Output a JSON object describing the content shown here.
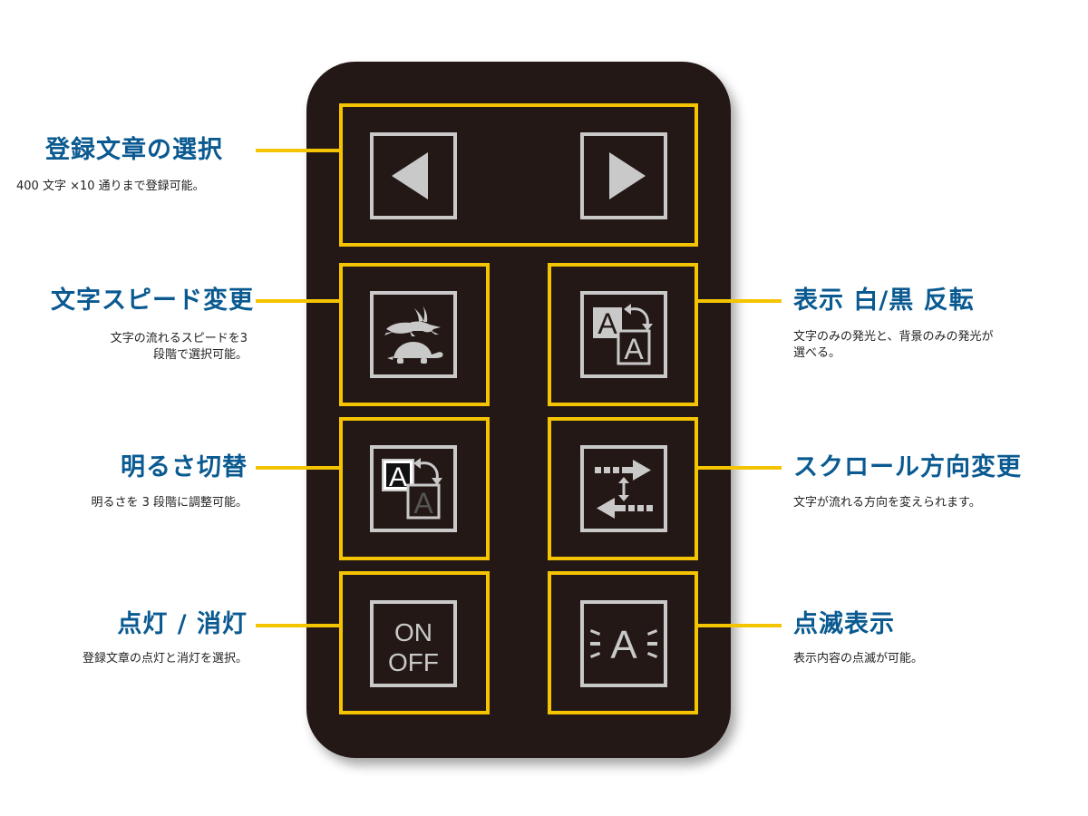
{
  "features": {
    "select": {
      "title": "登録文章の選択",
      "desc": "400 文字 ×10 通りまで登録可能。"
    },
    "speed": {
      "title": "文字スピード変更",
      "desc_line1": "文字の流れるスピードを3",
      "desc_line2": "段階で選択可能。"
    },
    "brightness": {
      "title": "明るさ切替",
      "desc": "明るさを 3 段階に調整可能。"
    },
    "onoff": {
      "title": "点灯 / 消灯",
      "desc": "登録文章の点灯と消灯を選択。"
    },
    "invert": {
      "title": "表示 白/黒 反転",
      "desc_line1": "文字のみの発光と、背景のみの発光が",
      "desc_line2": "選べる。"
    },
    "scroll": {
      "title": "スクロール方向変更",
      "desc": "文字が流れる方向を変えられます。"
    },
    "blink": {
      "title": "点滅表示",
      "desc": "表示内容の点滅が可能。"
    }
  },
  "keys": {
    "invert_letter_top": "A",
    "invert_letter_bottom": "A",
    "brightness_letter_top": "A",
    "brightness_letter_bottom": "A",
    "on_label": "ON",
    "off_label": "OFF",
    "blink_letter": "A"
  },
  "colors": {
    "accent": "#f5c400",
    "title_text": "#0a5a91",
    "remote_body": "#231815",
    "key_grey": "#c9c9c9"
  }
}
